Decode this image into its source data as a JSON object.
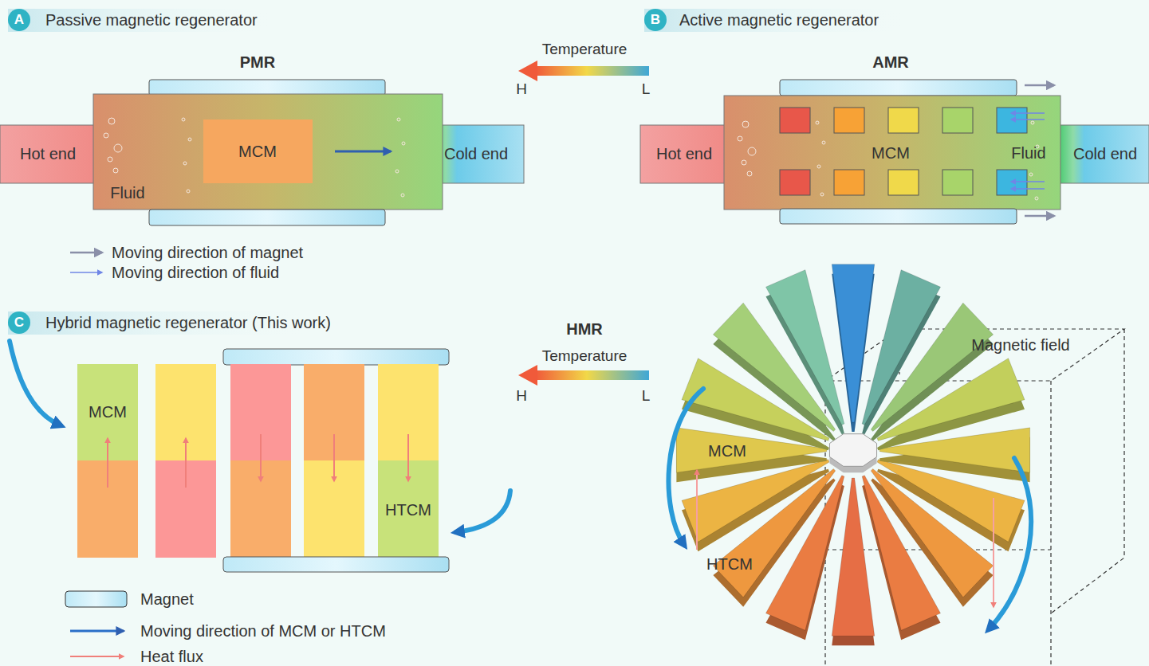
{
  "diagram": {
    "nodes": [
      {
        "text": [
          "Hot end"
        ]
      },
      {
        "text": [
          "PMR",
          "Fluid"
        ]
      },
      {
        "text": [
          "MCM"
        ],
        "in": 1
      },
      {
        "text": [
          "Cold end"
        ]
      },
      {
        "text": [
          "Hot end"
        ]
      },
      {
        "text": [
          "AMR",
          "MCM",
          "Fluid"
        ]
      },
      {
        "text": [
          "Cold end"
        ]
      },
      {
        "text": [
          "MCM"
        ]
      },
      {
        "text": [
          "HTCM"
        ]
      },
      {
        "text": [
          "Magnetic field"
        ]
      },
      {
        "text": [
          "MCM"
        ]
      },
      {
        "text": [
          "HTCM"
        ]
      }
    ],
    "labels": [
      "A",
      "Passive magnetic regenerator",
      "Temperature",
      "H",
      "L",
      "B",
      "Active magnetic regenerator",
      "C",
      "Hybrid magnetic regenerator (This work)",
      "HMR",
      "Temperature",
      "H",
      "L"
    ],
    "legend": [
      {
        "text": "Moving direction of magnet"
      },
      {
        "text": "Moving direction of fluid"
      },
      {
        "text": "Magnet"
      },
      {
        "text": "Moving direction of MCM or HTCM"
      },
      {
        "text": "Heat flux"
      }
    ]
  }
}
